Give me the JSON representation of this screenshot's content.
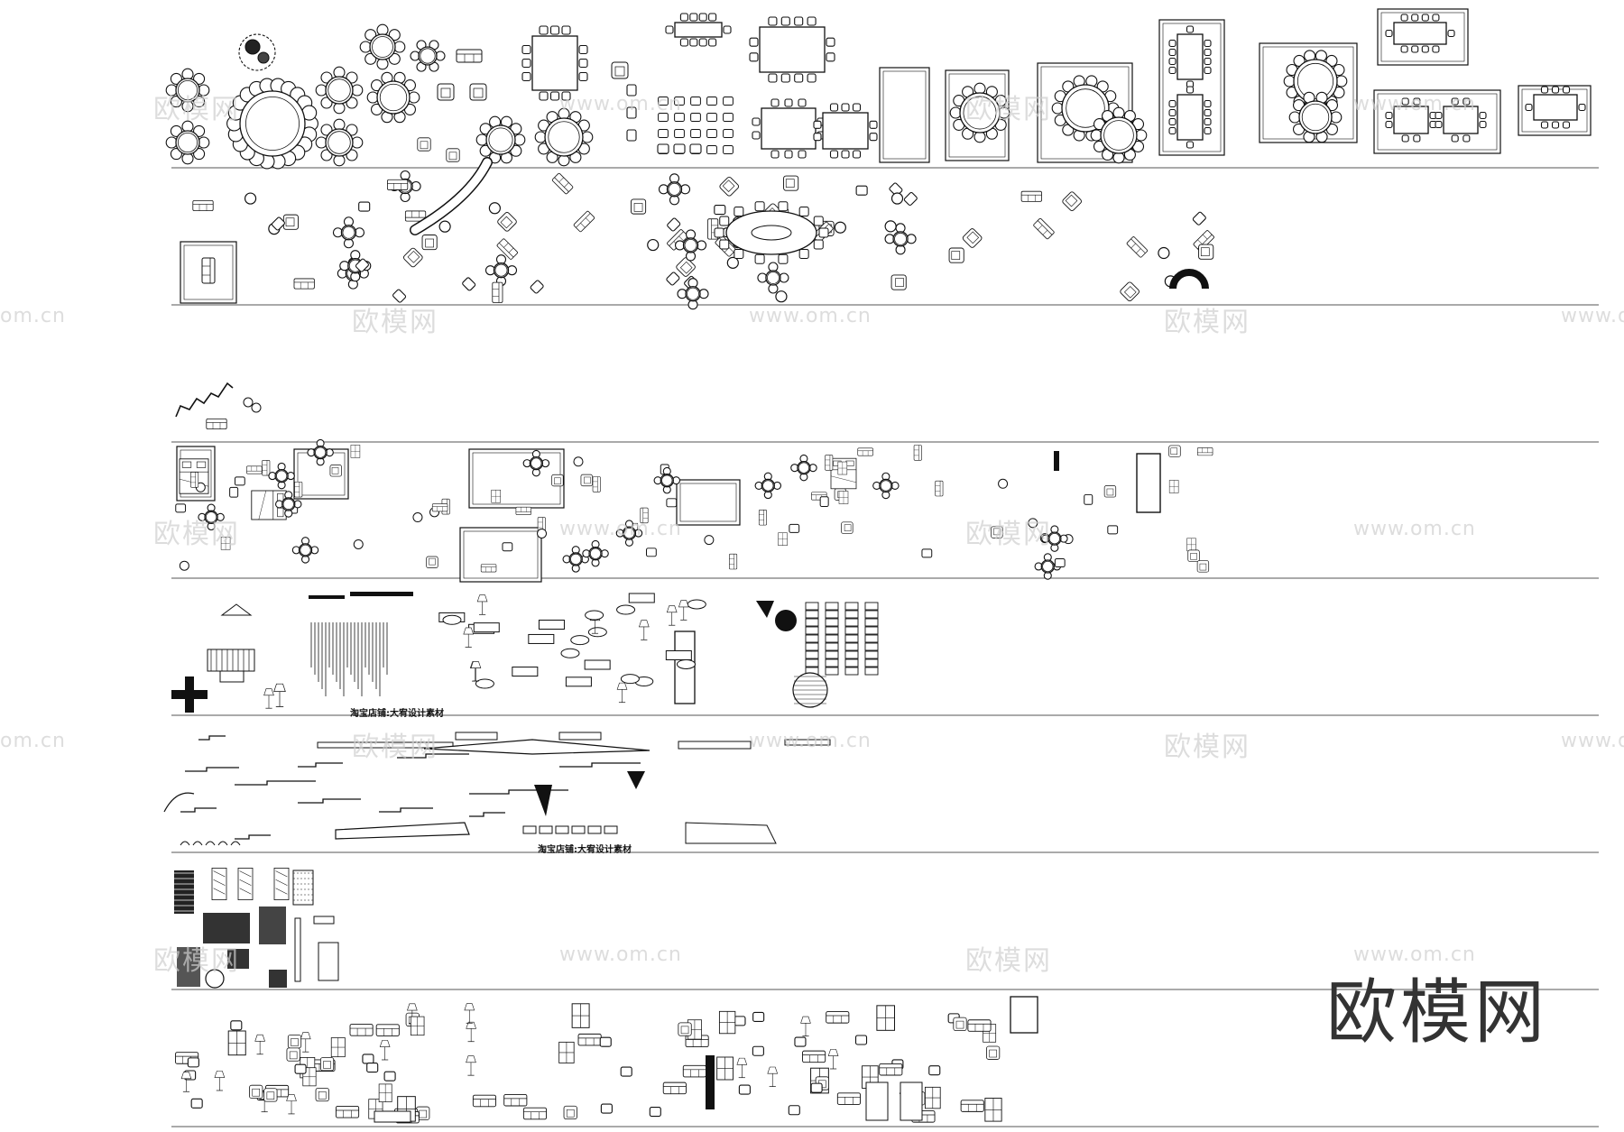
{
  "watermarks": {
    "site_name": "欧模网",
    "site_url": "www.om.cn",
    "url_fragment": "om.cn",
    "brand_large": "欧模网"
  },
  "captions": {
    "shop_label": "淘宝店铺:大宥设计素材"
  },
  "colors": {
    "line": "#111111",
    "background": "#ffffff",
    "watermark": "#cfcfcf"
  }
}
